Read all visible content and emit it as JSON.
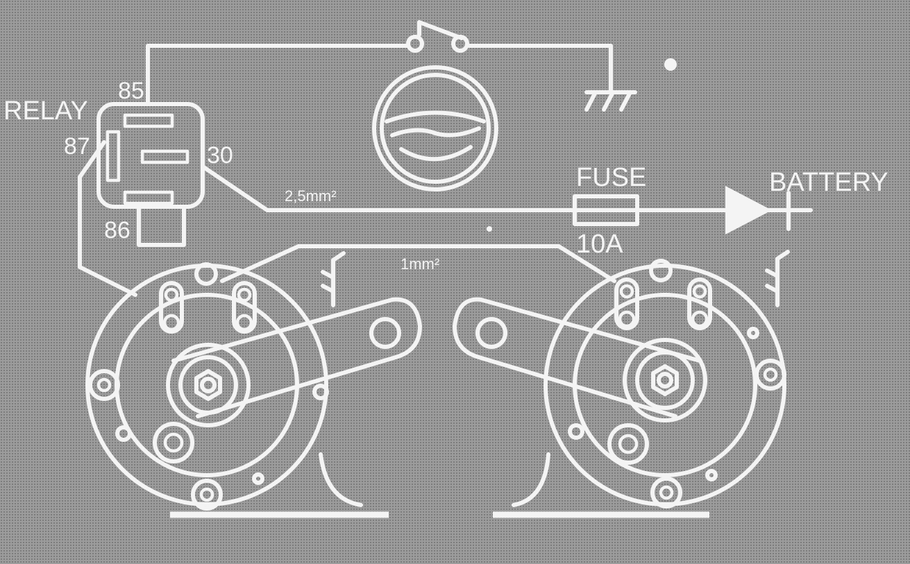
{
  "labels": {
    "relay": "RELAY",
    "pin_85": "85",
    "pin_87": "87",
    "pin_30": "30",
    "pin_86": "86",
    "fuse": "FUSE",
    "fuse_rating": "10A",
    "battery": "BATTERY",
    "wire_main": "2,5mm²",
    "wire_horn": "1mm²"
  },
  "colors": {
    "background": "#9c9c9c",
    "line": "#f4f4f4"
  }
}
